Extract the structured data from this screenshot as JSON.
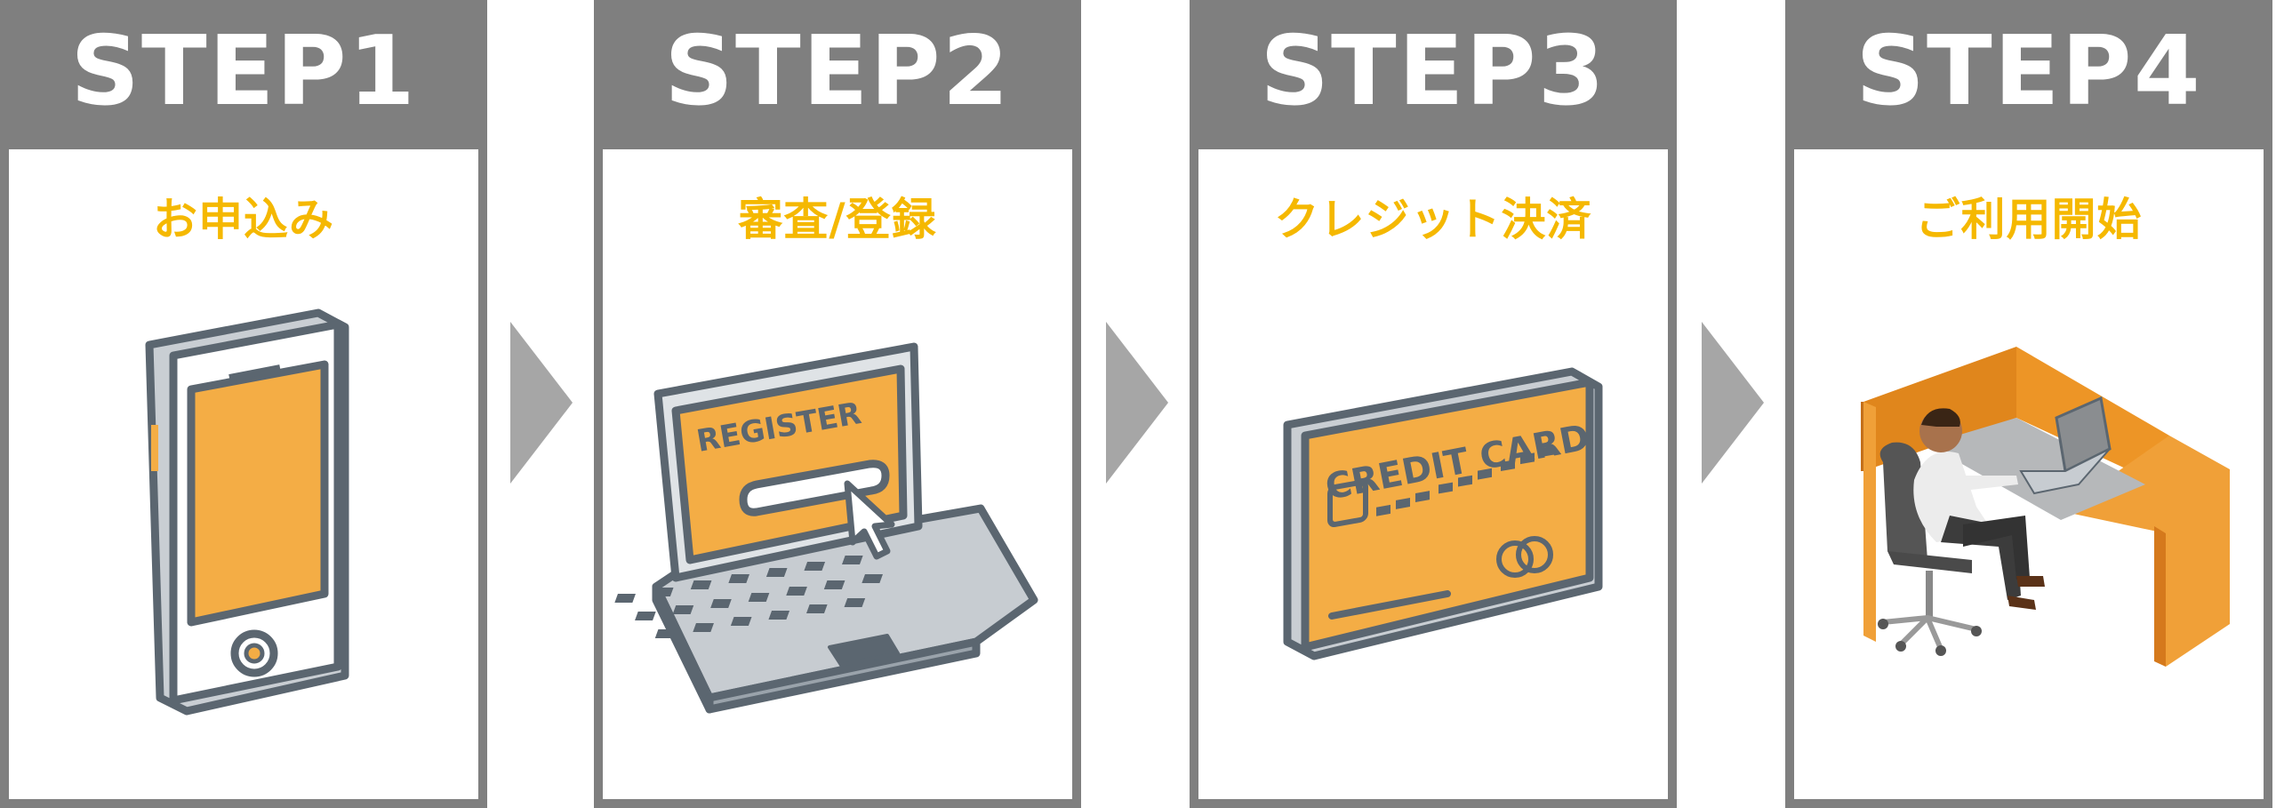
{
  "steps": [
    {
      "title": "STEP1",
      "label": "お申込み",
      "icon": "smartphone-icon"
    },
    {
      "title": "STEP2",
      "label": "審査/登録",
      "icon": "laptop-register-icon"
    },
    {
      "title": "STEP3",
      "label": "クレジット決済",
      "icon": "credit-card-icon"
    },
    {
      "title": "STEP4",
      "label": "ご利用開始",
      "icon": "office-worker-icon"
    }
  ],
  "illustration_text": {
    "register": "REGISTER",
    "credit_card": "CREDIT CARD"
  },
  "colors": {
    "header_gray": "#7f7f7f",
    "label_yellow": "#f5b800",
    "accent_orange": "#f4ad45",
    "outline": "#5b6670",
    "arrow_gray": "#a6a6a6"
  }
}
